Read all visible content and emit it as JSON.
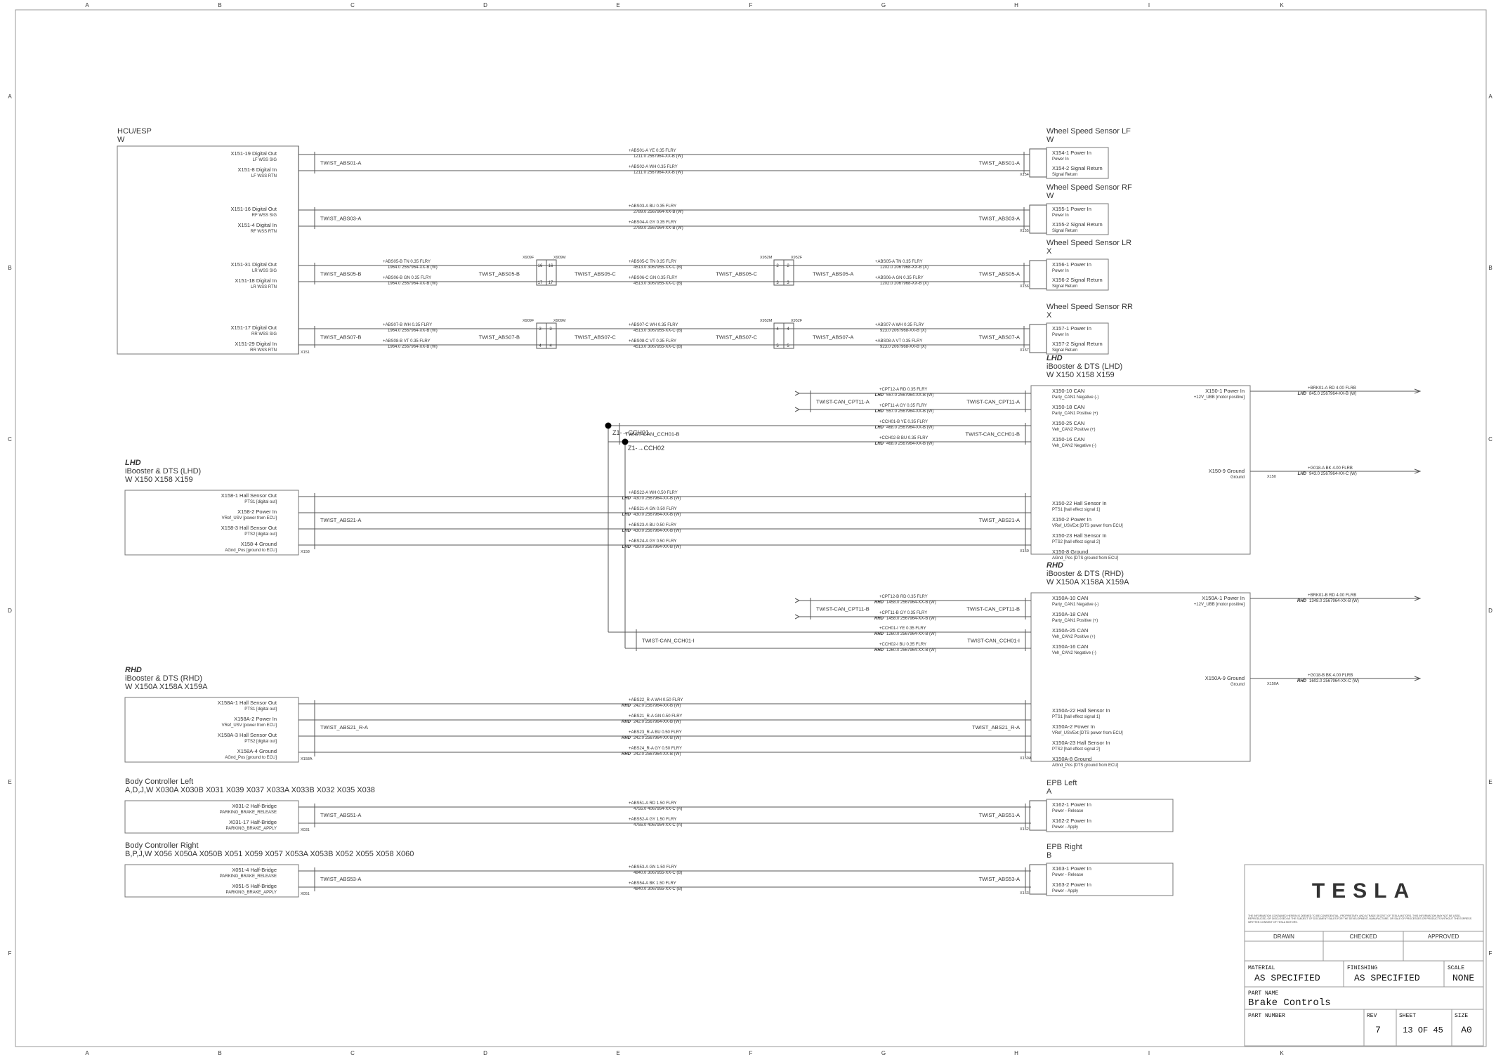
{
  "frame": {
    "col_letters": [
      "A",
      "B",
      "C",
      "D",
      "E",
      "F",
      "G",
      "H",
      "I",
      "K"
    ],
    "row_letters": [
      "A",
      "B",
      "C",
      "D",
      "E",
      "F"
    ]
  },
  "blocks": {
    "hcu": {
      "name": "HCU/ESP",
      "code": "W"
    },
    "wss_lf": {
      "name": "Wheel Speed Sensor LF",
      "code": "W",
      "pins": [
        {
          "pin": "X154-1 Power In",
          "desc": "Power In"
        },
        {
          "pin": "X154-2 Signal Return",
          "desc": "Signal Return"
        }
      ],
      "conn": "X154"
    },
    "wss_rf": {
      "name": "Wheel Speed Sensor RF",
      "code": "W",
      "pins": [
        {
          "pin": "X155-1 Power In",
          "desc": "Power In"
        },
        {
          "pin": "X155-2 Signal Return",
          "desc": "Signal Return"
        }
      ],
      "conn": "X155"
    },
    "wss_lr": {
      "name": "Wheel Speed Sensor LR",
      "code": "X",
      "pins": [
        {
          "pin": "X156-1 Power In",
          "desc": "Power In"
        },
        {
          "pin": "X156-2 Signal Return",
          "desc": "Signal Return"
        }
      ],
      "conn": "X156"
    },
    "wss_rr": {
      "name": "Wheel Speed Sensor RR",
      "code": "X",
      "pins": [
        {
          "pin": "X157-1 Power In",
          "desc": "Power In"
        },
        {
          "pin": "X157-2 Signal Return",
          "desc": "Signal Return"
        }
      ],
      "conn": "X157"
    },
    "ibooster_lhd_right": {
      "variant": "LHD",
      "name": "iBooster & DTS (LHD)",
      "codes": "W      X150   X158   X159",
      "pins": [
        {
          "pin": "X150-10 CAN",
          "desc": "Party_CAN1 Negative (-)"
        },
        {
          "pin": "X150-18 CAN",
          "desc": "Party_CAN1 Positive (+)"
        },
        {
          "pin": "X150-25 CAN",
          "desc": "Veh_CAN2 Positive (+)"
        },
        {
          "pin": "X150-16 CAN",
          "desc": "Veh_CAN2 Negative (-)"
        },
        {
          "pin": "X150-22 Hall Sensor In",
          "desc": "PTS1 [hall effect signal 1]"
        },
        {
          "pin": "X150-2 Power In",
          "desc": "VRef_USVExt [DTS power from ECU]"
        },
        {
          "pin": "X150-23 Hall Sensor In",
          "desc": "PTS2 [hall effect signal 2]"
        },
        {
          "pin": "X150-8 Ground",
          "desc": "AGnd_Pos [DTS ground from ECU]"
        }
      ],
      "power": {
        "pin": "X150-1 Power In",
        "desc": "+12V_UBB [motor positive]"
      },
      "ground": {
        "pin": "X150-9 Ground",
        "desc": "Ground"
      },
      "conn": "X150"
    },
    "ibooster_rhd_right": {
      "variant": "RHD",
      "name": "iBooster & DTS (RHD)",
      "codes": "W      X150A   X158A   X159A",
      "pins": [
        {
          "pin": "X150A-10 CAN",
          "desc": "Party_CAN1 Negative (-)"
        },
        {
          "pin": "X150A-18 CAN",
          "desc": "Party_CAN1 Positive (+)"
        },
        {
          "pin": "X150A-25 CAN",
          "desc": "Veh_CAN2 Positive (+)"
        },
        {
          "pin": "X150A-16 CAN",
          "desc": "Veh_CAN2 Negative (-)"
        },
        {
          "pin": "X150A-22 Hall Sensor In",
          "desc": "PTS1 [hall effect signal 1]"
        },
        {
          "pin": "X150A-2 Power In",
          "desc": "VRef_USVExt [DTS power from ECU]"
        },
        {
          "pin": "X150A-23 Hall Sensor In",
          "desc": "PTS2 [hall effect signal 2]"
        },
        {
          "pin": "X150A-8 Ground",
          "desc": "AGnd_Pos [DTS ground from ECU]"
        }
      ],
      "power": {
        "pin": "X150A-1 Power In",
        "desc": "+12V_UBB [motor positive]"
      },
      "ground": {
        "pin": "X150A-9 Ground",
        "desc": "Ground"
      },
      "conn": "X150A"
    },
    "ibooster_lhd_left": {
      "variant": "LHD",
      "name": "iBooster & DTS (LHD)",
      "codes": "W      X150   X158   X159",
      "pins": [
        {
          "pin": "X158-1 Hall Sensor Out",
          "desc": "PTS1 [digital out]"
        },
        {
          "pin": "X158-2 Power In",
          "desc": "VRef_USV [power from ECU]"
        },
        {
          "pin": "X158-3 Hall Sensor Out",
          "desc": "PTS2 [digital out]"
        },
        {
          "pin": "X158-4 Ground",
          "desc": "AGnd_Pos [ground to ECU]"
        }
      ],
      "conn": "X158"
    },
    "ibooster_rhd_left": {
      "variant": "RHD",
      "name": "iBooster & DTS (RHD)",
      "codes": "W      X150A   X158A   X159A",
      "pins": [
        {
          "pin": "X158A-1 Hall Sensor Out",
          "desc": "PTS1 [digital out]"
        },
        {
          "pin": "X158A-2 Power In",
          "desc": "VRef_USV [power from ECU]"
        },
        {
          "pin": "X158A-3 Hall Sensor Out",
          "desc": "PTS2 [digital out]"
        },
        {
          "pin": "X158A-4 Ground",
          "desc": "AGnd_Pos [ground to ECU]"
        }
      ],
      "conn": "X158A"
    },
    "bcl": {
      "name": "Body Controller Left",
      "codes": "A,D,J,W      X030A   X030B   X031   X039   X037   X033A   X033B      X032   X035   X038",
      "pins": [
        {
          "pin": "X031-2 Half-Bridge",
          "desc": "PARKING_BRAKE_RELEASE"
        },
        {
          "pin": "X031-17 Half-Bridge",
          "desc": "PARKING_BRAKE_APPLY"
        }
      ],
      "conn": "X031"
    },
    "bcr": {
      "name": "Body Controller Right",
      "codes": "B,P,J,W      X056   X050A   X050B   X051   X059   X057   X053A   X053B   X052   X055   X058   X060",
      "pins": [
        {
          "pin": "X051-4 Half-Bridge",
          "desc": "PARKING_BRAKE_RELEASE"
        },
        {
          "pin": "X051-5 Half-Bridge",
          "desc": "PARKING_BRAKE_APPLY"
        }
      ],
      "conn": "X051"
    },
    "epb_left": {
      "name": "EPB Left",
      "code": "A",
      "pins": [
        {
          "pin": "X162-1 Power In",
          "desc": "Power - Release"
        },
        {
          "pin": "X162-2 Power In",
          "desc": "Power - Apply"
        }
      ],
      "conn": "X162"
    },
    "epb_right": {
      "name": "EPB Right",
      "code": "B",
      "pins": [
        {
          "pin": "X163-1 Power In",
          "desc": "Power - Release"
        },
        {
          "pin": "X163-2 Power In",
          "desc": "Power - Apply"
        }
      ],
      "conn": "X163"
    }
  },
  "hcu_pins": [
    {
      "pin": "X151-19 Digital Out",
      "desc": "LF WSS SIG"
    },
    {
      "pin": "X151-8 Digital In",
      "desc": "LF WSS RTN"
    },
    {
      "pin": "X151-16 Digital Out",
      "desc": "RF WSS SIG"
    },
    {
      "pin": "X151-4 Digital In",
      "desc": "RF WSS RTN"
    },
    {
      "pin": "X151-31 Digital Out",
      "desc": "LR WSS SIG"
    },
    {
      "pin": "X151-18 Digital In",
      "desc": "LR WSS RTN"
    },
    {
      "pin": "X151-17 Digital Out",
      "desc": "RR WSS SIG"
    },
    {
      "pin": "X151-29 Digital In",
      "desc": "RR WSS RTN"
    }
  ],
  "hcu_conn": "X151",
  "wss_wires": [
    {
      "twist_l": "TWIST_ABS01-A",
      "twist_r": "TWIST_ABS01-A",
      "w1": "+ABS01-A   YE   0.35   FLRY",
      "w1b": "1211.0    2567964-XX-B (W)",
      "w2": "+ABS02-A   WH   0.35   FLRY",
      "w2b": "1211.0    2567964-XX-B (W)"
    },
    {
      "twist_l": "TWIST_ABS03-A",
      "twist_r": "TWIST_ABS03-A",
      "w1": "+ABS03-A   BU   0.35   FLRY",
      "w1b": "2789.0    2567964-XX-B (W)",
      "w2": "+ABS04-A   GY   0.35   FLRY",
      "w2b": "2789.0    2567964-XX-B (W)"
    },
    {
      "twist_l": "TWIST_ABS05-B",
      "twist_r": "TWIST_ABS05-A",
      "w1": "+ABS05-B   TN   0.35   FLRY",
      "w1b": "1964.0    2567964-XX-B (W)",
      "w2": "+ABS06-B   GN   0.35   FLRY",
      "w2b": "1964.0    2567964-XX-B (W)",
      "mid_twist_a": "TWIST_ABS05-B",
      "mid_twist_b": "TWIST_ABS05-C",
      "mid_twist_c": "TWIST_ABS05-C",
      "mid_twist_d": "TWIST_ABS05-A",
      "mid_w1": "+ABS05-C   TN   0.35   FLRY",
      "mid_w1b": "4513.0    3067955-XX-C (B)",
      "mid_w2": "+ABS06-C   GN   0.35   FLRY",
      "mid_w2b": "4513.0    3067955-XX-C (B)",
      "r_w1": "+ABS05-A   TN   0.35   FLRY",
      "r_w1b": "1202.0    2067968-XX-B (X)",
      "r_w2": "+ABS06-A   GN   0.35   FLRY",
      "r_w2b": "1202.0    2067968-XX-B (X)",
      "inline1": "X909F",
      "inline1b": "X909M",
      "inline2": "X952M",
      "inline2b": "X952F",
      "pins1": [
        "16",
        "17"
      ],
      "pins2": [
        "2",
        "3"
      ]
    },
    {
      "twist_l": "TWIST_ABS07-B",
      "twist_r": "TWIST_ABS07-A",
      "w1": "+ABS07-B   WH   0.35   FLRY",
      "w1b": "1964.0    2567964-XX-B (W)",
      "w2": "+ABS08-B   VT   0.35   FLRY",
      "w2b": "1964.0    2567964-XX-B (W)",
      "mid_twist_a": "TWIST_ABS07-B",
      "mid_twist_b": "TWIST_ABS07-C",
      "mid_twist_c": "TWIST_ABS07-C",
      "mid_twist_d": "TWIST_ABS07-A",
      "mid_w1": "+ABS07-C   WH   0.35   FLRY",
      "mid_w1b": "4513.0    3067955-XX-C (B)",
      "mid_w2": "+ABS08-C   VT   0.35   FLRY",
      "mid_w2b": "4513.0    3067955-XX-C (B)",
      "r_w1": "+ABS07-A   WH   0.35   FLRY",
      "r_w1b": "923.0    2067968-XX-B (X)",
      "r_w2": "+ABS08-A   VT   0.35   FLRY",
      "r_w2b": "923.0    2067968-XX-B (X)",
      "inline1": "X909F",
      "inline1b": "X909M",
      "inline2": "X952M",
      "inline2b": "X952F",
      "pins1": [
        "3",
        "4"
      ],
      "pins2": [
        "4",
        "5"
      ]
    }
  ],
  "can": {
    "z1": "Z1-→CCH01",
    "z2": "Z1-→CCH02",
    "lhd_cpt_twist": "TWIST-CAN_CPT11-A",
    "lhd_cpt_w1": "+CPT12-A   RD   0.35   FLRY",
    "lhd_cpt_w1b": "557.0    2567964-XX-B (W)",
    "lhd_cpt_w2": "+CPT11-A   GY   0.35   FLRY",
    "lhd_cpt_w2b": "557.0    2567964-XX-B (W)",
    "lhd_cch_twist": "TWIST-CAN_CCH01-B",
    "lhd_cch_w1": "+CCH01-B   YE   0.35   FLRY",
    "lhd_cch_w1b": "468.0    2567964-XX-B (W)",
    "lhd_cch_w2": "+CCH02-B   BU   0.35   FLRY",
    "lhd_cch_w2b": "468.0    2567964-XX-B (W)",
    "rhd_cpt_twist": "TWIST-CAN_CPT11-B",
    "rhd_cpt_w1": "+CPT12-B   RD   0.35   FLRY",
    "rhd_cpt_w1b": "1458.0    2567964-XX-B (W)",
    "rhd_cpt_w2": "+CPT11-B   GY   0.35   FLRY",
    "rhd_cpt_w2b": "1458.0    2567964-XX-B (W)",
    "rhd_cch_twist": "TWIST-CAN_CCH01-I",
    "rhd_cch_w1": "+CCH01-I   YE   0.35   FLRY",
    "rhd_cch_w1b": "1260.0    2567964-XX-B (W)",
    "rhd_cch_w2": "+CCH02-I   BU   0.35   FLRY",
    "rhd_cch_w2b": "1260.0    2567964-XX-B (W)"
  },
  "power_wires": {
    "lhd_bat": "+BRK01-A   RD   4.00   FLRB",
    "lhd_bat_b": "845.0    2567964-XX-B (W)",
    "lhd_gnd": "+G018-A   BK   4.00   FLRB",
    "lhd_gnd_b": "943.0    2567964-XX-C (W)",
    "rhd_bat": "+BRK01-B   RD   4.00   FLRB",
    "rhd_bat_b": "1348.0    2567964-XX-B (W)",
    "rhd_gnd": "+G018-B   BK   4.00   FLRB",
    "rhd_gnd_b": "1602.0    2567964-XX-C (W)"
  },
  "dts_lhd": {
    "twist": "TWIST_ABS21-A",
    "twist_r": "TWIST_ABS21-A",
    "wires": [
      {
        "a": "+ABS22-A   WH   0.50   FLRY",
        "b": "430.0    2567964-XX-B (W)"
      },
      {
        "a": "+ABS21-A   GN   0.50   FLRY",
        "b": "430.0    2567964-XX-B (W)"
      },
      {
        "a": "+ABS23-A   BU   0.50   FLRY",
        "b": "430.0    2567964-XX-B (W)"
      },
      {
        "a": "+ABS24-A   GY   0.50   FLRY",
        "b": "430.0    2567964-XX-B (W)"
      }
    ]
  },
  "dts_rhd": {
    "twist": "TWIST_ABS21_R-A",
    "twist_r": "TWIST_ABS21_R-A",
    "wires": [
      {
        "a": "+ABS22_R-A   WH   0.50   FLRY",
        "b": "242.0    2567964-XX-B (W)"
      },
      {
        "a": "+ABS21_R-A   GN   0.50   FLRY",
        "b": "242.0    2567964-XX-B (W)"
      },
      {
        "a": "+ABS23_R-A   BU   0.50   FLRY",
        "b": "242.0    2567964-XX-B (W)"
      },
      {
        "a": "+ABS24_R-A   GY   0.50   FLRY",
        "b": "242.0    2567964-XX-B (W)"
      }
    ]
  },
  "epb_wires": {
    "left_twist": "TWIST_ABS51-A",
    "left_w1": "+ABS51-A   RD   1.50   FLRY",
    "left_w1b": "4755.0    4067954-XX-C (A)",
    "left_w2": "+ABS52-A   GY   1.50   FLRY",
    "left_w2b": "4755.0    4067954-XX-C (A)",
    "right_twist": "TWIST_ABS53-A",
    "right_w1": "+ABS53-A   GN   1.50   FLRY",
    "right_w1b": "4840.0    3067955-XX-C (B)",
    "right_w2": "+ABS54-A   BK   1.50   FLRY",
    "right_w2b": "4840.0    3067955-XX-C (B)"
  },
  "title_block": {
    "logo": "TESLA",
    "notice": "THE INFORMATION CONTAINED HEREIN IS DEEMED TO BE CONFIDENTIAL, PROPRIETARY, AND A TRADE SECRET OF TESLA MOTORS. THIS INFORMATION MAY NOT BE USED, REPRODUCED, OR DISCLOSED AS THE SUBJECT OF DOCUMENT SALES FOR THE DEVELOPMENT, MANUFACTURE, OR SALE OF PROCESSES OR PRODUCTS WITHOUT THE EXPRESS WRITTEN CONSENT OF TESLA MOTORS.",
    "drawn": "DRAWN",
    "checked": "CHECKED",
    "approved": "APPROVED",
    "material_label": "MATERIAL",
    "material": "AS SPECIFIED",
    "finishing_label": "FINISHING",
    "finishing": "AS SPECIFIED",
    "scale_label": "SCALE",
    "scale": "NONE",
    "part_name_label": "PART NAME",
    "part_name": "Brake Controls",
    "part_number_label": "PART NUMBER",
    "rev_label": "REV",
    "rev": "7",
    "sheet_label": "SHEET",
    "sheet": "13 OF 45",
    "size_label": "SIZE",
    "size": "A0"
  }
}
